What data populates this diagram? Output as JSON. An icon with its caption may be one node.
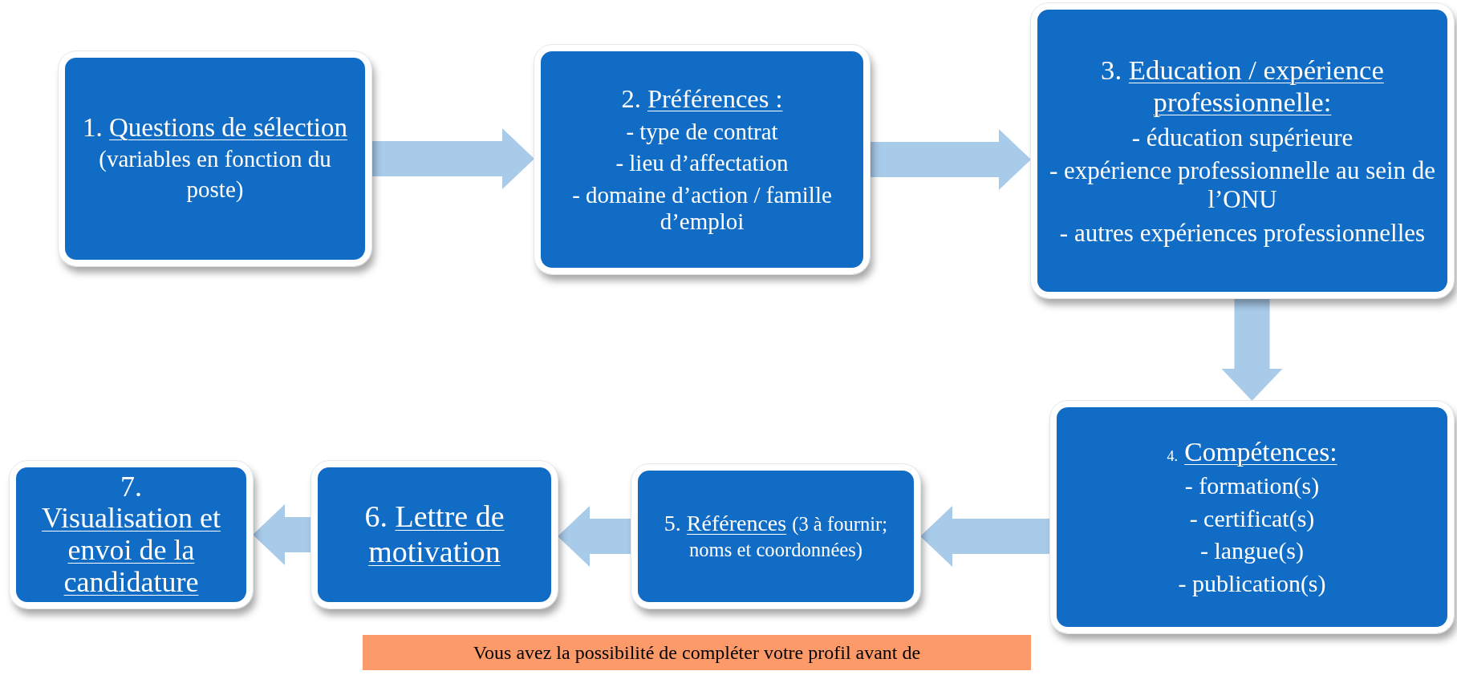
{
  "diagram": {
    "nodes": [
      {
        "text": [
          "1.",
          "Questions de sélection",
          "(variables en fonction du poste)"
        ]
      },
      {
        "text": [
          "2.",
          "Préférences :",
          "- type de contrat",
          "- lieu d’affectation",
          "- domaine d’action / famille d’emploi"
        ]
      },
      {
        "text": [
          "3.",
          "Education / expérience professionnelle:",
          "- éducation supérieure",
          "- expérience professionnelle au sein de l’ONU",
          "- autres expériences professionnelles"
        ]
      },
      {
        "text": [
          "4.",
          "Compétences:",
          "- formation(s)",
          "- certificat(s)",
          "- langue(s)",
          "- publication(s)"
        ]
      },
      {
        "text": [
          "5.",
          "Références",
          "(3 à fournir; noms et coordonnées)"
        ]
      },
      {
        "text": [
          "6.",
          "Lettre de motivation"
        ]
      },
      {
        "text": [
          "7.",
          "Visualisation et envoi de la candidature"
        ]
      },
      {
        "text": [
          "Vous avez la possibilité de compléter votre profil avant de"
        ]
      }
    ],
    "edges": [
      {
        "from": 0,
        "to": 1,
        "arrow": "to"
      },
      {
        "from": 1,
        "to": 2,
        "arrow": "to"
      },
      {
        "from": 2,
        "to": 3,
        "arrow": "to"
      },
      {
        "from": 3,
        "to": 4,
        "arrow": "to"
      },
      {
        "from": 4,
        "to": 5,
        "arrow": "to"
      },
      {
        "from": 5,
        "to": 6,
        "arrow": "to"
      }
    ]
  }
}
